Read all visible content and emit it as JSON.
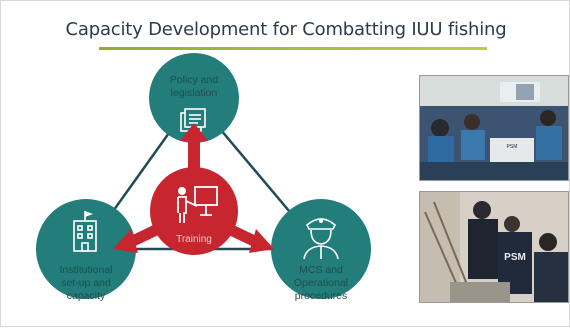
{
  "slide": {
    "title": "Capacity Development for Combatting IUU fishing"
  },
  "diagram": {
    "top_node": {
      "line1": "Policy and",
      "line2": "legislation",
      "icon": "document-stack-icon"
    },
    "left_node": {
      "line1": "Institutional",
      "line2": "set-up and",
      "line3": "capacity",
      "icon": "building-icon"
    },
    "right_node": {
      "line1": "MCS and",
      "line2": "Operational",
      "line3": "procedures",
      "icon": "officer-icon"
    },
    "center_node": {
      "label": "Training",
      "icon": "presenter-board-icon"
    }
  },
  "photos": {
    "meeting_banner": "PSM",
    "inspection_jacket": "PSM"
  },
  "colors": {
    "teal": "#237d7b",
    "red": "#c8262f",
    "title_underline": "#9dbb38"
  }
}
